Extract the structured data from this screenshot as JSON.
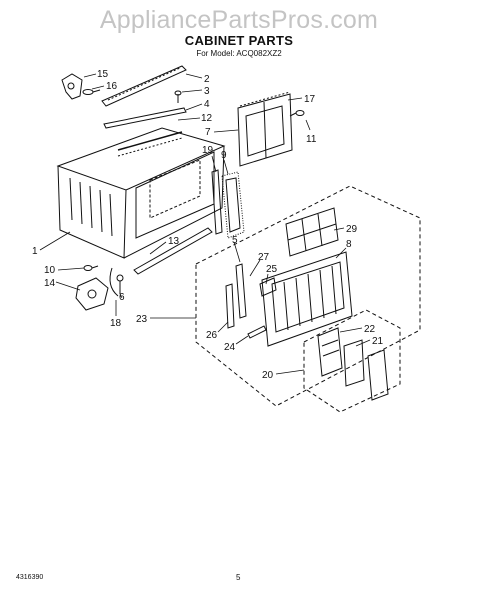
{
  "watermark": "AppliancePartsPros.com",
  "title": "CABINET PARTS",
  "subtitle": "For Model: ACQ082XZ2",
  "callouts": {
    "c15": "15",
    "c16": "16",
    "c2": "2",
    "c3": "3",
    "c4": "4",
    "c12": "12",
    "c17": "17",
    "c7": "7",
    "c11": "11",
    "c19": "19",
    "c9": "9",
    "c1": "1",
    "c13": "13",
    "c10": "10",
    "c14": "14",
    "c6": "6",
    "c18": "18",
    "c5": "5",
    "c27": "27",
    "c25": "25",
    "c29": "29",
    "c8": "8",
    "c23": "23",
    "c26": "26",
    "c24": "24",
    "c22": "22",
    "c21": "21",
    "c20": "20"
  },
  "footer": {
    "doc_number": "4316390",
    "page": "5"
  }
}
